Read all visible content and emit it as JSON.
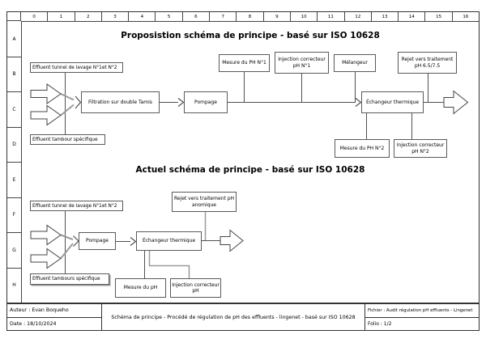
{
  "colors": {
    "frame": "#333333",
    "connector": "#505050",
    "connector_light": "#9a9a9a",
    "box_border": "#5a5a5a",
    "background": "#ffffff"
  },
  "ruler": {
    "columns": [
      "0",
      "1",
      "2",
      "3",
      "4",
      "5",
      "6",
      "7",
      "8",
      "9",
      "10",
      "11",
      "12",
      "13",
      "14",
      "15",
      "16"
    ],
    "rows": [
      "A",
      "B",
      "C",
      "D",
      "E",
      "F",
      "G",
      "H"
    ]
  },
  "top": {
    "title": "Proposistion schéma de principe - basé sur ISO 10628",
    "effluent_tunnel": "Effluent tunnel de lavage N°1et N°2",
    "effluent_tambour": "Effluent tambour spécifique",
    "filtration": "Filtration sur double Tamis",
    "pompage": "Pompage",
    "mesure_ph1": "Mesure du PH N°1",
    "injection_ph1": "Injection correcteur pH N°1",
    "melangeur": "Mélangeur",
    "rejet": "Rejet vers traitement pH 6.5/7.5",
    "echangeur": "Échangeur thermique",
    "mesure_ph2": "Mesure du PH N°2",
    "injection_ph2": "Injection correcteur pH N°2"
  },
  "bottom": {
    "title": "Actuel schéma de principe - basé sur ISO 10628",
    "rejet": "Rejet vers traitement pH anomique",
    "effluent_tunnel": "Effluent tunnel de lavage N°1et N°2",
    "effluent_tambours": "Effluent tambours spécifique",
    "pompage": "Pompage",
    "echangeur": "Échangeur thermique",
    "mesure_ph": "Mesure du pH",
    "injection_ph": "Injection correcteur pH"
  },
  "title_block": {
    "author": "Auteur : Evan Boqueho",
    "date": "Date : 18/10/2024",
    "title": "Schéma de principe - Procédé de régulation de pH des effluents - lingenet - basé sur ISO 10628",
    "file": "Fichier : Audit régulation pH effluents - Lingenet",
    "folio": "Folio : 1/2"
  }
}
